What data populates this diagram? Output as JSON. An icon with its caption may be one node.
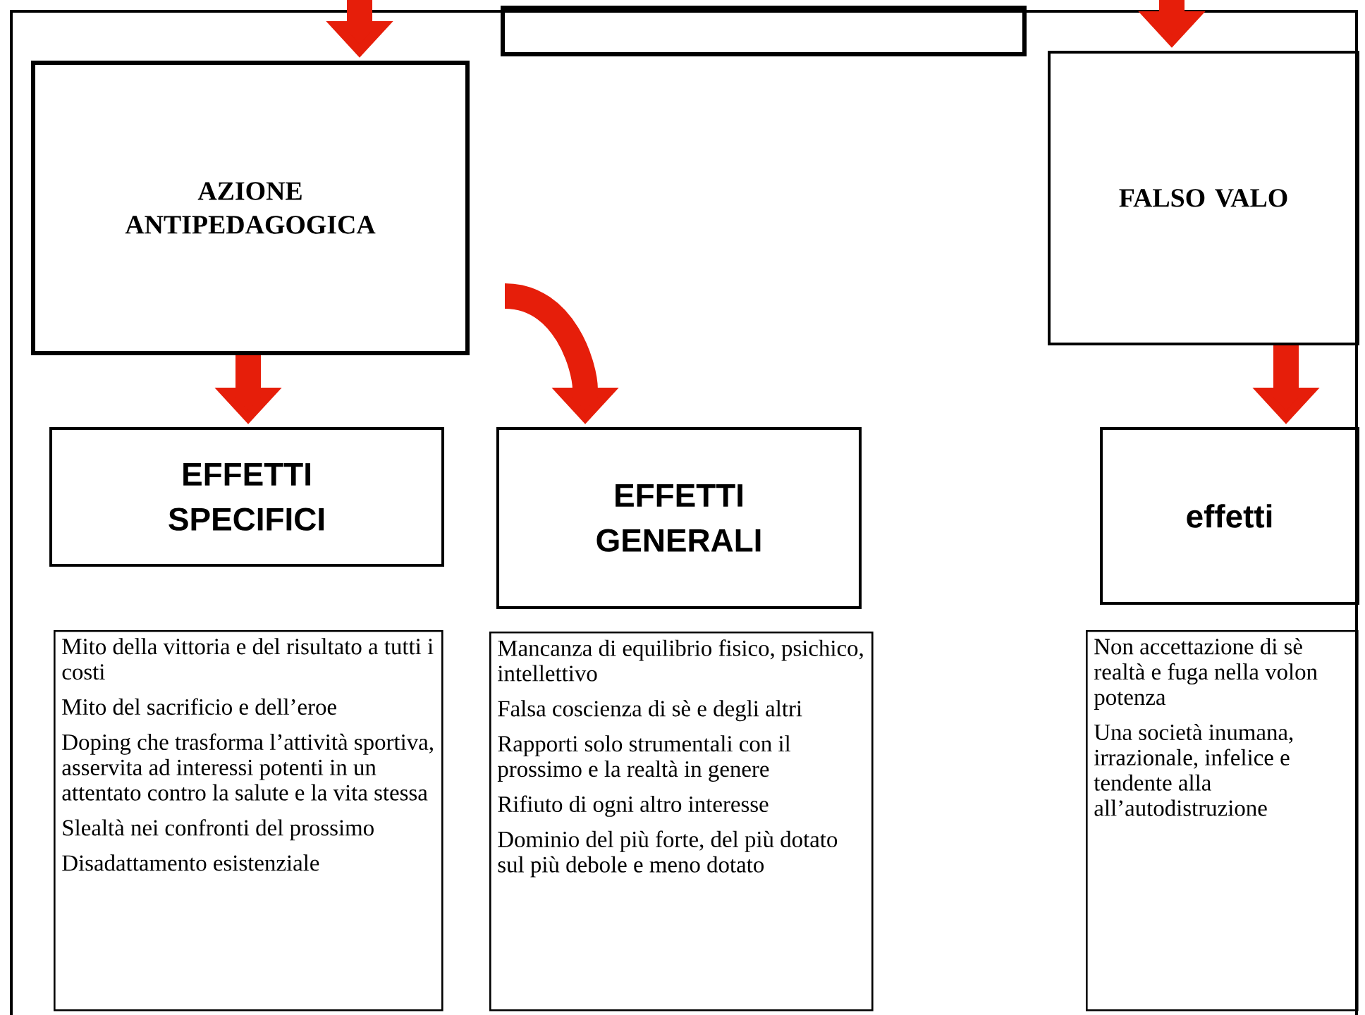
{
  "diagram": {
    "nodes": [
      {
        "text": [],
        "shape": "box"
      },
      {
        "text": [
          "AZIONE ANTIPEDAGOGICA"
        ]
      },
      {
        "text": [
          "FALSO VALO"
        ]
      },
      {
        "text": [
          "EFFETTI SPECIFICI"
        ]
      },
      {
        "text": [
          "EFFETTI GENERALI"
        ]
      },
      {
        "text": [
          "effetti"
        ]
      },
      {
        "text": [
          "Mito della vittoria e del risultato a tutti i costi",
          "Mito del sacrificio e dell’eroe",
          "Doping che trasforma l’attività sportiva, asservita ad interessi potenti in un attentato contro la salute e la vita stessa",
          "Slealtà nei confronti del prossimo",
          "Disadattamento esistenziale"
        ]
      },
      {
        "text": [
          "Mancanza di equilibrio fisico, psichico, intellettivo",
          "Falsa coscienza di sè e degli altri",
          "Rapporti solo strumentali con il prossimo e la realtà in genere",
          "Rifiuto di ogni altro interesse",
          "Dominio del più forte, del più dotato sul più debole e meno dotato"
        ]
      },
      {
        "text": [
          "Non accettazione di sè realtà e fuga nella volon potenza",
          "Una società inumana, irrazionale, infelice e tendente alla all’autodistruzione"
        ]
      }
    ],
    "edges": [
      {
        "from": null,
        "to": 1,
        "arrow": "to"
      },
      {
        "from": null,
        "to": 2,
        "arrow": "to"
      },
      {
        "from": 1,
        "to": 3,
        "arrow": "to"
      },
      {
        "from": null,
        "to": 4,
        "arrow": "to"
      },
      {
        "from": 2,
        "to": 5,
        "arrow": "to"
      }
    ]
  }
}
